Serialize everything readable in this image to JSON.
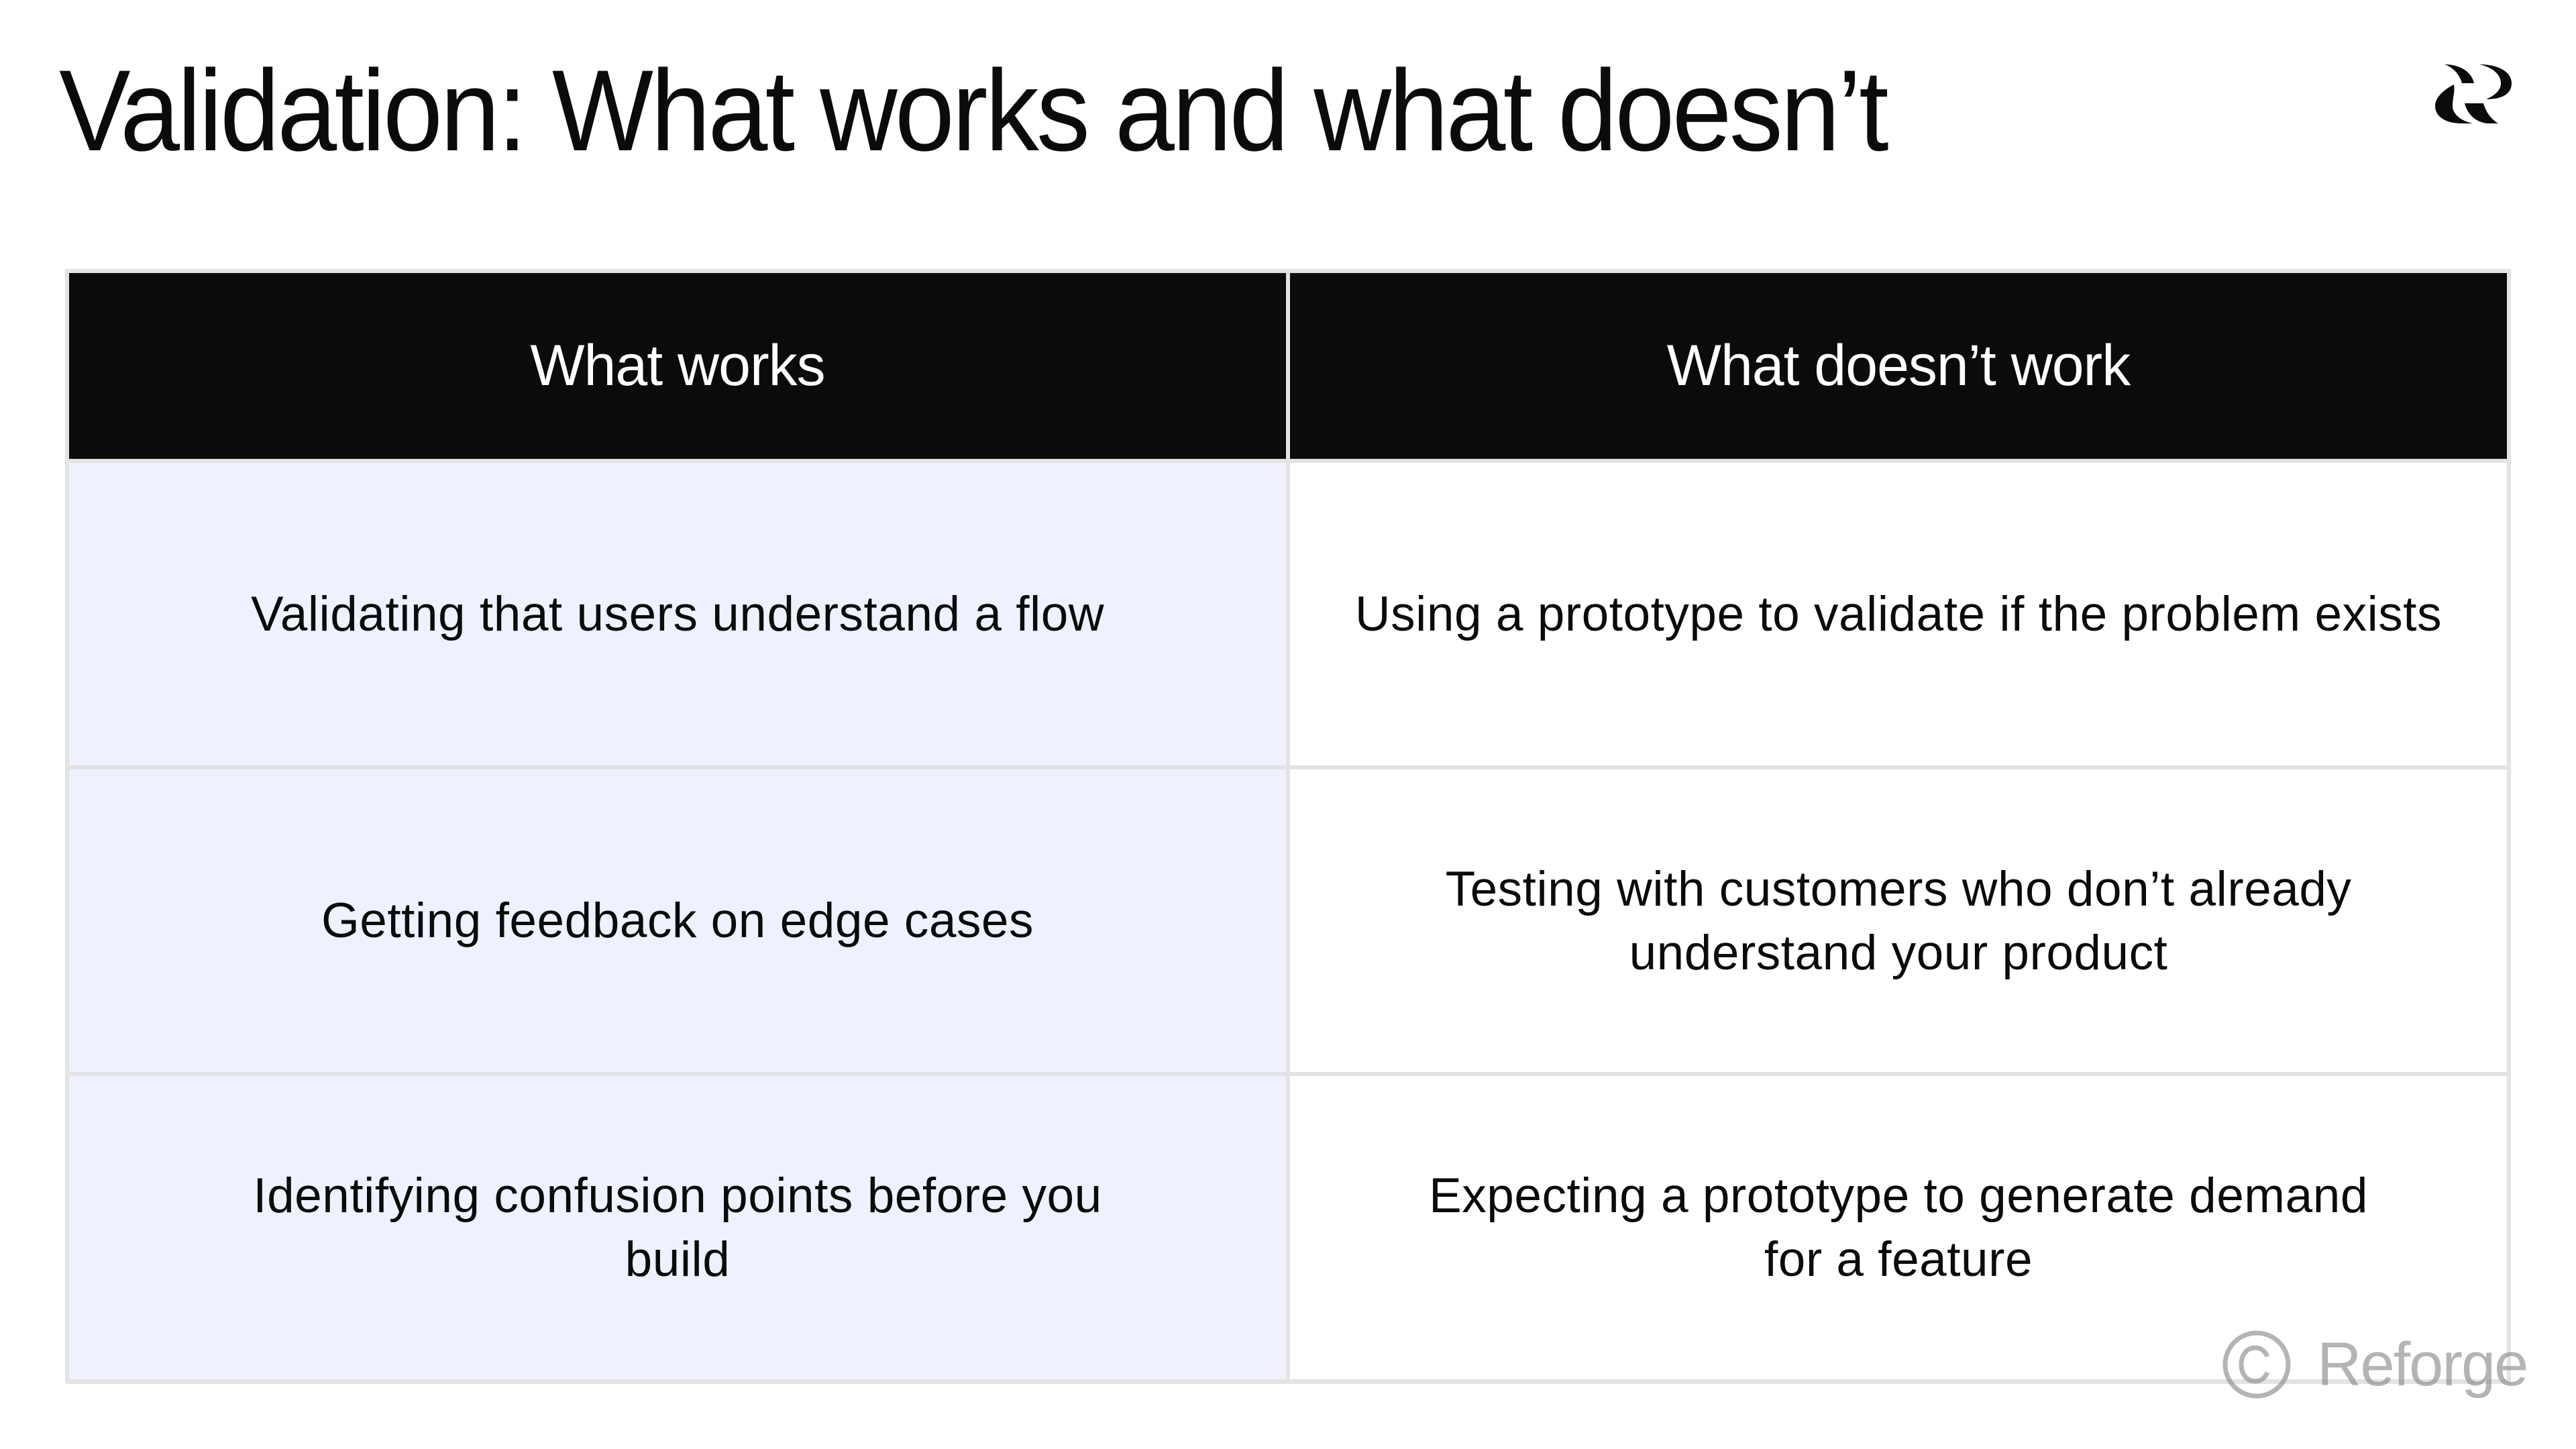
{
  "slide": {
    "title": "Validation: What works and what doesn’t",
    "logo": {
      "icon": "reforge-logo-icon"
    },
    "colors": {
      "header_bg": "#0a0c0b",
      "header_text": "#ffffff",
      "works_column_bg": "#eff1fe",
      "doesnt_column_bg": "#ffffff",
      "border": "#e3e3e3",
      "text": "#0a0c0b",
      "watermark": "#b3b3b3"
    }
  },
  "table": {
    "headers": [
      "What works",
      "What doesn’t work"
    ],
    "rows": [
      [
        "Validating that users understand a flow",
        "Using a prototype to validate if the problem exists"
      ],
      [
        "Getting feedback on edge cases",
        "Testing with customers who don’t already understand your product"
      ],
      [
        "Identifying confusion points before you build",
        "Expecting a prototype to generate demand for a feature"
      ]
    ]
  },
  "watermark": {
    "symbol": "©",
    "icon": "copyright-icon",
    "text": "Reforge"
  }
}
